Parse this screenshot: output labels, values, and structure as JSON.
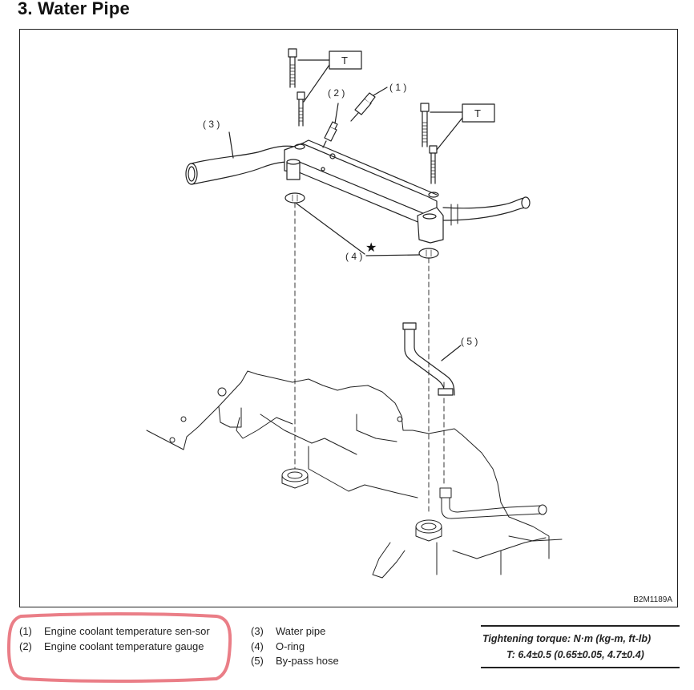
{
  "header": {
    "title": "3.  Water Pipe"
  },
  "figure": {
    "code": "B2M1189A",
    "callouts": {
      "c1": "( 1 )",
      "c2": "( 2 )",
      "c3": "( 3 )",
      "c4": "( 4 )",
      "c5": "( 5 )",
      "t": "T",
      "star": "★"
    }
  },
  "legend": {
    "items": [
      {
        "num": "(1)",
        "text": "Engine coolant temperature sen-sor"
      },
      {
        "num": "(2)",
        "text": "Engine coolant temperature gauge"
      },
      {
        "num": "(3)",
        "text": "Water pipe"
      },
      {
        "num": "(4)",
        "text": "O-ring"
      },
      {
        "num": "(5)",
        "text": "By-pass hose"
      }
    ]
  },
  "torque": {
    "heading": "Tightening torque: N·m (kg-m, ft-lb)",
    "value": "T: 6.4±0.5 (0.65±0.05, 4.7±0.4)"
  },
  "annotation": {
    "color": "#e8707a"
  }
}
